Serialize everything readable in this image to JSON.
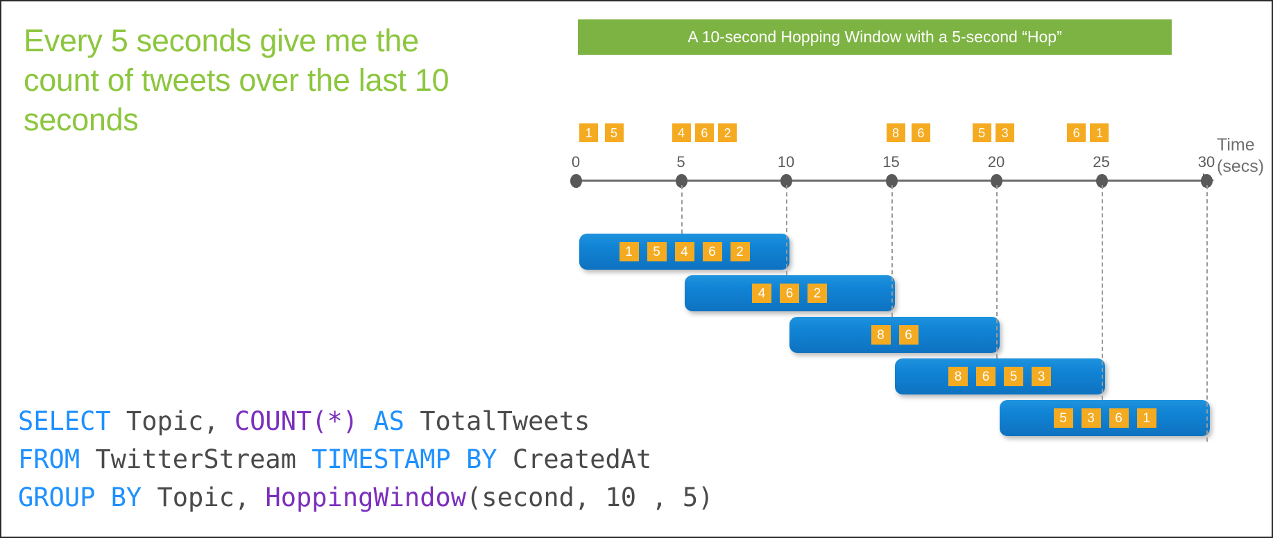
{
  "headline": "Every 5 seconds give me the count of tweets over the last 10 seconds",
  "banner": {
    "text": "A 10-second Hopping Window with a 5-second “Hop”",
    "bg_color": "#7DB343",
    "text_color": "#ffffff"
  },
  "timeline": {
    "axis_caption_line1": "Time",
    "axis_caption_line2": "(secs)",
    "tick_labels": [
      "0",
      "5",
      "10",
      "15",
      "20",
      "25",
      "30"
    ],
    "tick_values": [
      0,
      5,
      10,
      15,
      20,
      25,
      30
    ],
    "axis_color": "#595959",
    "events": [
      {
        "value": "1",
        "t": 0.6
      },
      {
        "value": "5",
        "t": 1.8
      },
      {
        "value": "4",
        "t": 5.0
      },
      {
        "value": "6",
        "t": 6.1
      },
      {
        "value": "2",
        "t": 7.2
      },
      {
        "value": "8",
        "t": 15.2
      },
      {
        "value": "6",
        "t": 16.4
      },
      {
        "value": "5",
        "t": 19.3
      },
      {
        "value": "3",
        "t": 20.4
      },
      {
        "value": "6",
        "t": 23.8
      },
      {
        "value": "1",
        "t": 24.9
      }
    ],
    "chip_color": "#F5AB21",
    "chip_text_color": "#ffffff"
  },
  "windows": {
    "bar_color": "#1184D5",
    "items": [
      {
        "label": "window-0-10",
        "start": 0,
        "end": 10,
        "values": [
          "1",
          "5",
          "4",
          "6",
          "2"
        ]
      },
      {
        "label": "window-5-15",
        "start": 5,
        "end": 15,
        "values": [
          "4",
          "6",
          "2"
        ]
      },
      {
        "label": "window-10-20",
        "start": 10,
        "end": 20,
        "values": [
          "8",
          "6"
        ]
      },
      {
        "label": "window-15-25",
        "start": 15,
        "end": 25,
        "values": [
          "8",
          "6",
          "5",
          "3"
        ]
      },
      {
        "label": "window-20-30",
        "start": 20,
        "end": 30,
        "values": [
          "5",
          "3",
          "6",
          "1"
        ]
      }
    ]
  },
  "sql": {
    "lines": [
      [
        {
          "t": "SELECT",
          "c": "kw"
        },
        {
          "t": " Topic, ",
          "c": "id"
        },
        {
          "t": "COUNT(*)",
          "c": "fn"
        },
        {
          "t": " ",
          "c": "id"
        },
        {
          "t": "AS",
          "c": "kw"
        },
        {
          "t": " TotalTweets",
          "c": "id"
        }
      ],
      [
        {
          "t": "FROM",
          "c": "kw"
        },
        {
          "t": " TwitterStream ",
          "c": "id"
        },
        {
          "t": "TIMESTAMP BY",
          "c": "kw"
        },
        {
          "t": " CreatedAt",
          "c": "id"
        }
      ],
      [
        {
          "t": "GROUP BY",
          "c": "kw"
        },
        {
          "t": " Topic, ",
          "c": "id"
        },
        {
          "t": "HoppingWindow",
          "c": "fn"
        },
        {
          "t": "(second, 10 , 5)",
          "c": "id"
        }
      ]
    ],
    "keyword_color": "#1E90FF",
    "function_color": "#7B2FBE",
    "identifier_color": "#4a4a4a"
  }
}
